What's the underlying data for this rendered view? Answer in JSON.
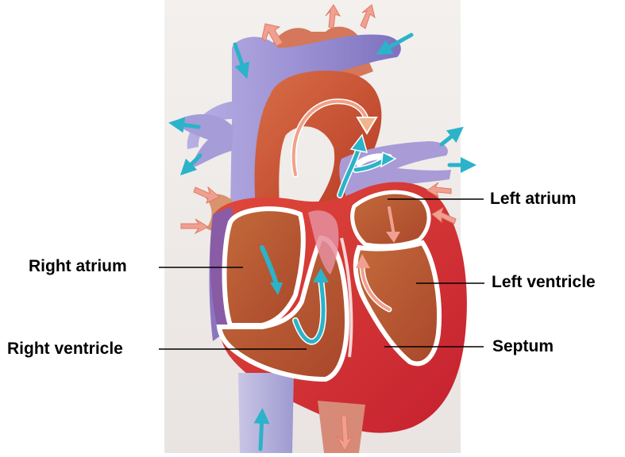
{
  "labels": {
    "right_atrium": "Right atrium",
    "right_ventricle": "Right ventricle",
    "left_atrium": "Left atrium",
    "left_ventricle": "Left ventricle",
    "septum": "Septum"
  },
  "colors": {
    "blood_flow_deoxygenated": "#2bb3c9",
    "blood_flow_oxygenated": "#f0a090",
    "heart_muscle": "#cf2f2f",
    "vena_cava": "#9a8fd0",
    "aorta": "#c54b2a",
    "chamber_fill": "#c8643a",
    "chamber_outline": "#ffffff"
  }
}
